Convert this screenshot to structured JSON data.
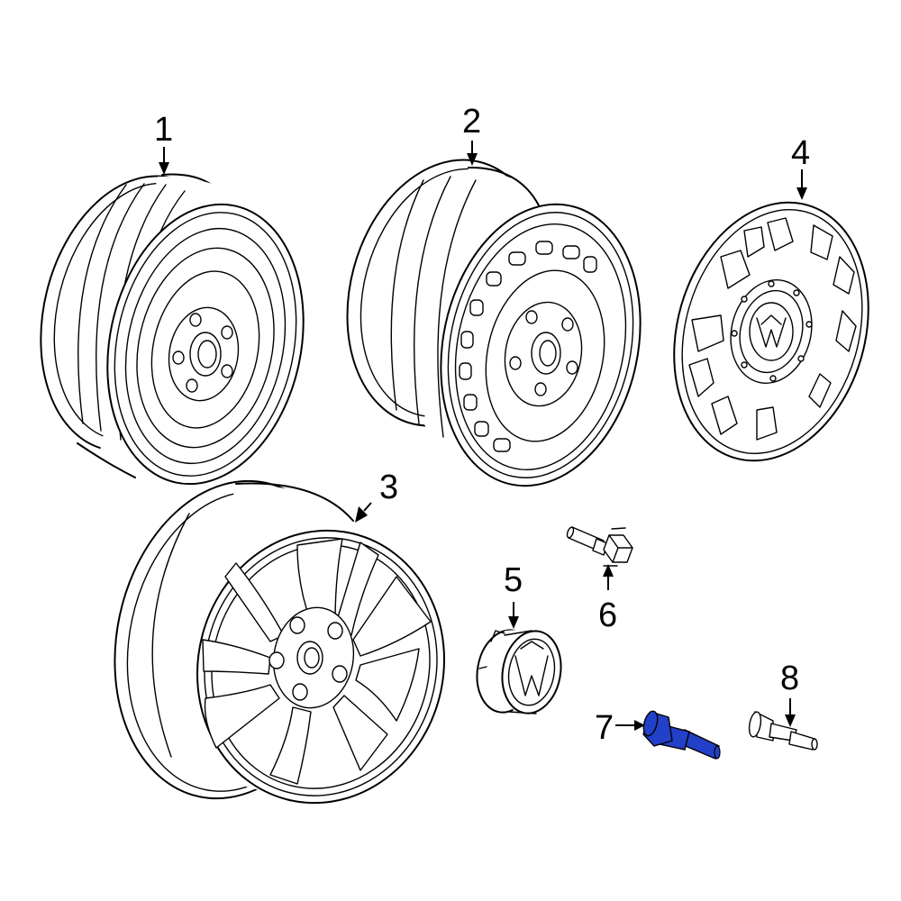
{
  "diagram": {
    "callouts": [
      {
        "label": "1",
        "part": "wheel-steel-plain"
      },
      {
        "label": "2",
        "part": "wheel-steel-slotted"
      },
      {
        "label": "3",
        "part": "wheel-alloy"
      },
      {
        "label": "4",
        "part": "wheel-cover"
      },
      {
        "label": "5",
        "part": "center-cap"
      },
      {
        "label": "6",
        "part": "wheel-bolt"
      },
      {
        "label": "7",
        "part": "valve-stem"
      },
      {
        "label": "8",
        "part": "valve-stem-alt"
      }
    ],
    "highlight_color": "#2340c8"
  }
}
